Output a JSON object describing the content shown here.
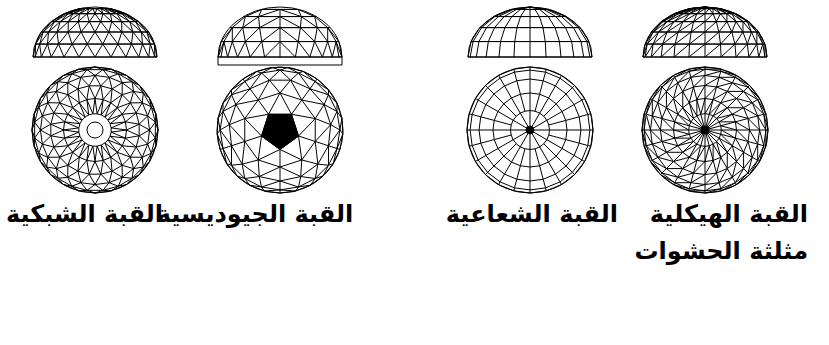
{
  "diagram": {
    "labels": [
      "القبة الهيكلية مثلثة الحشوات",
      "القبة الشعاعية",
      "القبة الجيوديسية",
      "القبة الشبكية"
    ]
  }
}
